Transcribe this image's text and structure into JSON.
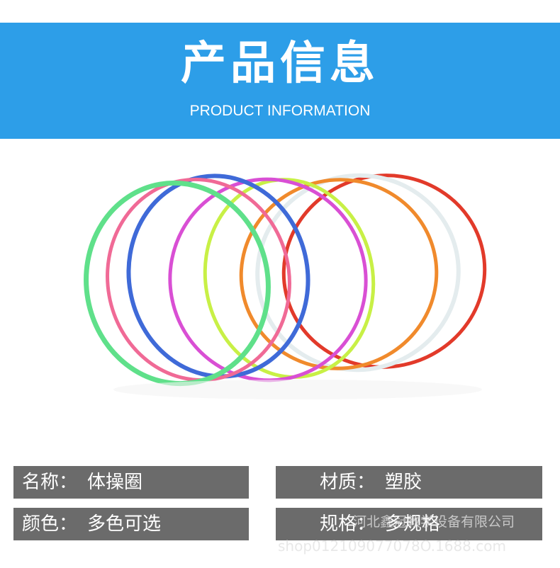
{
  "banner": {
    "title": "产品信息",
    "subtitle": "PRODUCT INFORMATION",
    "color": "#2d9ee8"
  },
  "product_image": {
    "hoop_colors": [
      "#e23a2a",
      "#e4ecee",
      "#f08a2c",
      "#c8f046",
      "#d94fd4",
      "#3f6ad8",
      "#f06a96",
      "#5fe08a"
    ]
  },
  "specs": [
    {
      "label": "名称：",
      "value": "体操圈"
    },
    {
      "label": "材质：",
      "value": "塑胶"
    },
    {
      "label": "颜色：",
      "value": "多色可选"
    },
    {
      "label": "规格：",
      "value": "多规格"
    }
  ],
  "watermarks": {
    "company": "河北鑫冠教学设备有限公司",
    "shop": "shop012109077078O.1688.com"
  }
}
